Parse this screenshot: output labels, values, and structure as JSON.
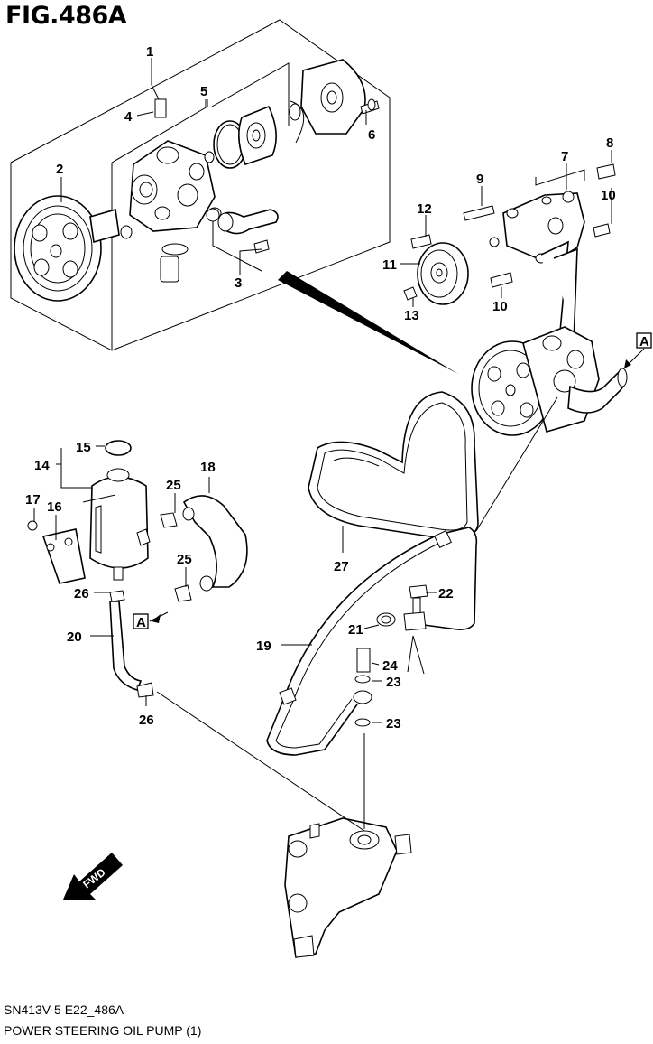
{
  "figure": {
    "title": "FIG.486A",
    "code": "SN413V-5 E22_486A",
    "caption": "POWER STEERING OIL PUMP (1)"
  },
  "callouts": [
    "1",
    "2",
    "3",
    "4",
    "5",
    "6",
    "7",
    "8",
    "9",
    "10",
    "10",
    "11",
    "12",
    "13",
    "14",
    "15",
    "16",
    "17",
    "18",
    "19",
    "20",
    "21",
    "22",
    "23",
    "23",
    "24",
    "25",
    "25",
    "26",
    "26",
    "27"
  ],
  "markers": {
    "ref_a_top": "A",
    "ref_a_left": "A",
    "fwd": "FWD"
  }
}
